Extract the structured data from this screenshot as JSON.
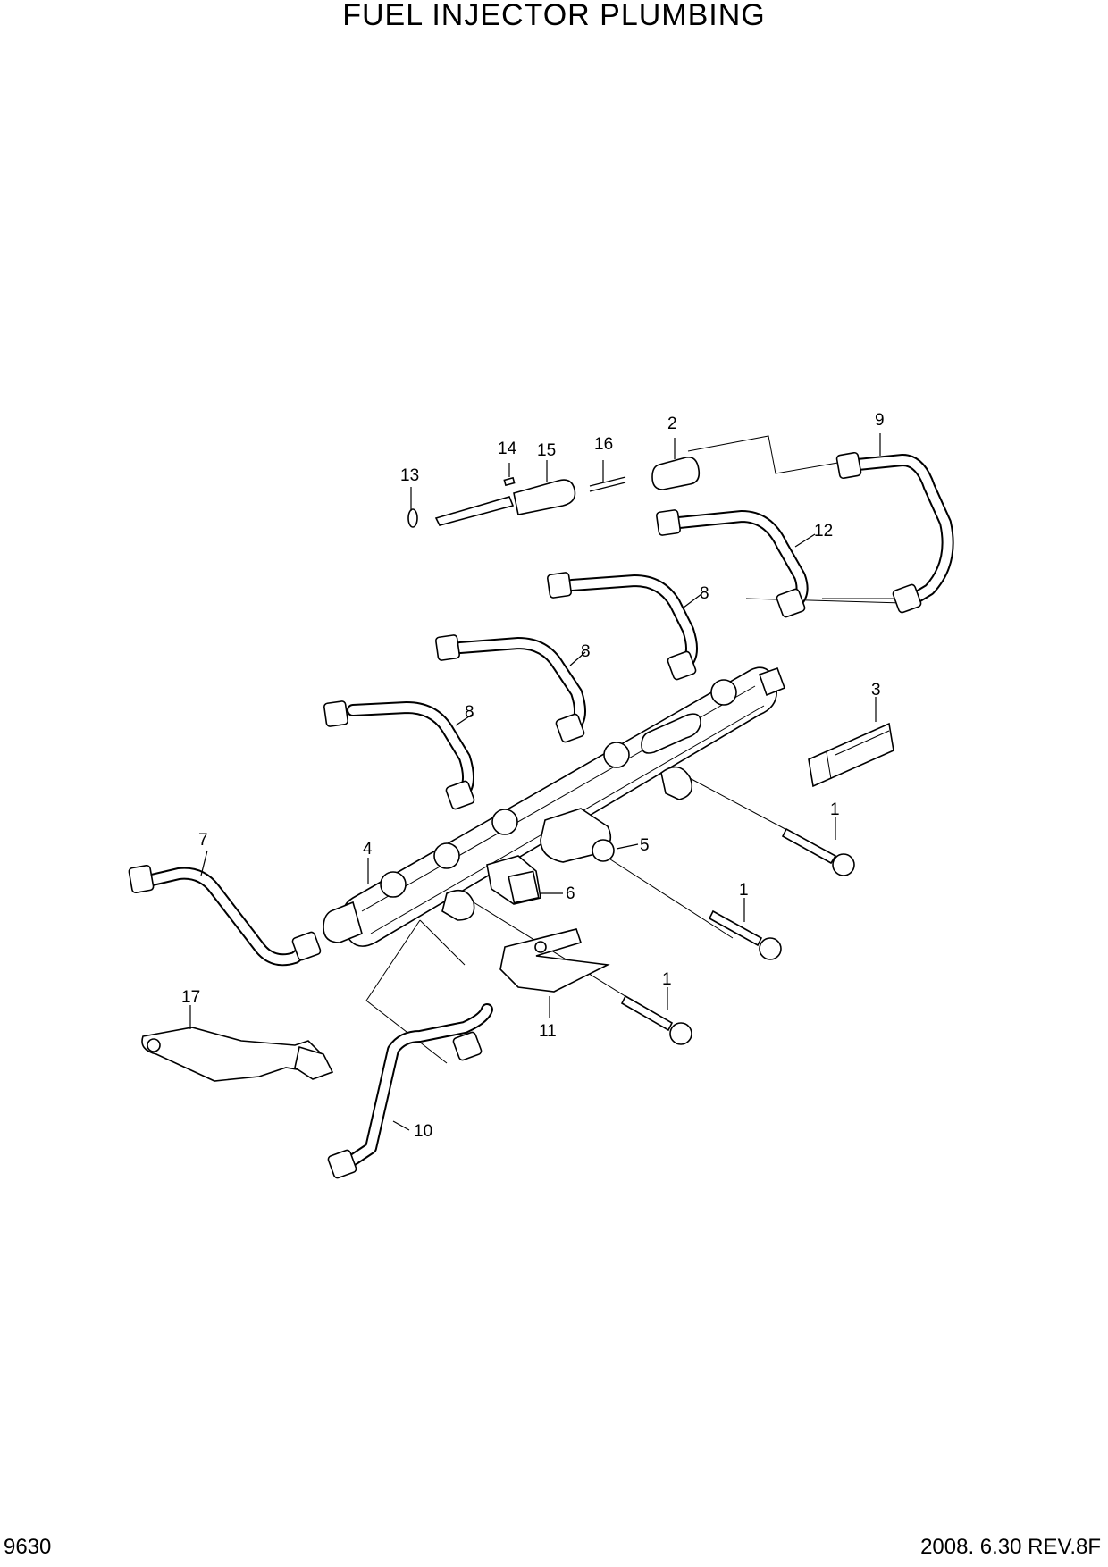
{
  "header": {
    "title": "FUEL INJECTOR PLUMBING"
  },
  "footer": {
    "page_code": "9630",
    "date_rev": "2008. 6.30  REV.8F"
  },
  "callouts": {
    "c1a": "1",
    "c1b": "1",
    "c1c": "1",
    "c2": "2",
    "c3": "3",
    "c4": "4",
    "c5": "5",
    "c6": "6",
    "c7": "7",
    "c8a": "8",
    "c8b": "8",
    "c8c": "8",
    "c9": "9",
    "c10": "10",
    "c11": "11",
    "c12": "12",
    "c13": "13",
    "c14": "14",
    "c15": "15",
    "c16": "16",
    "c17": "17"
  }
}
